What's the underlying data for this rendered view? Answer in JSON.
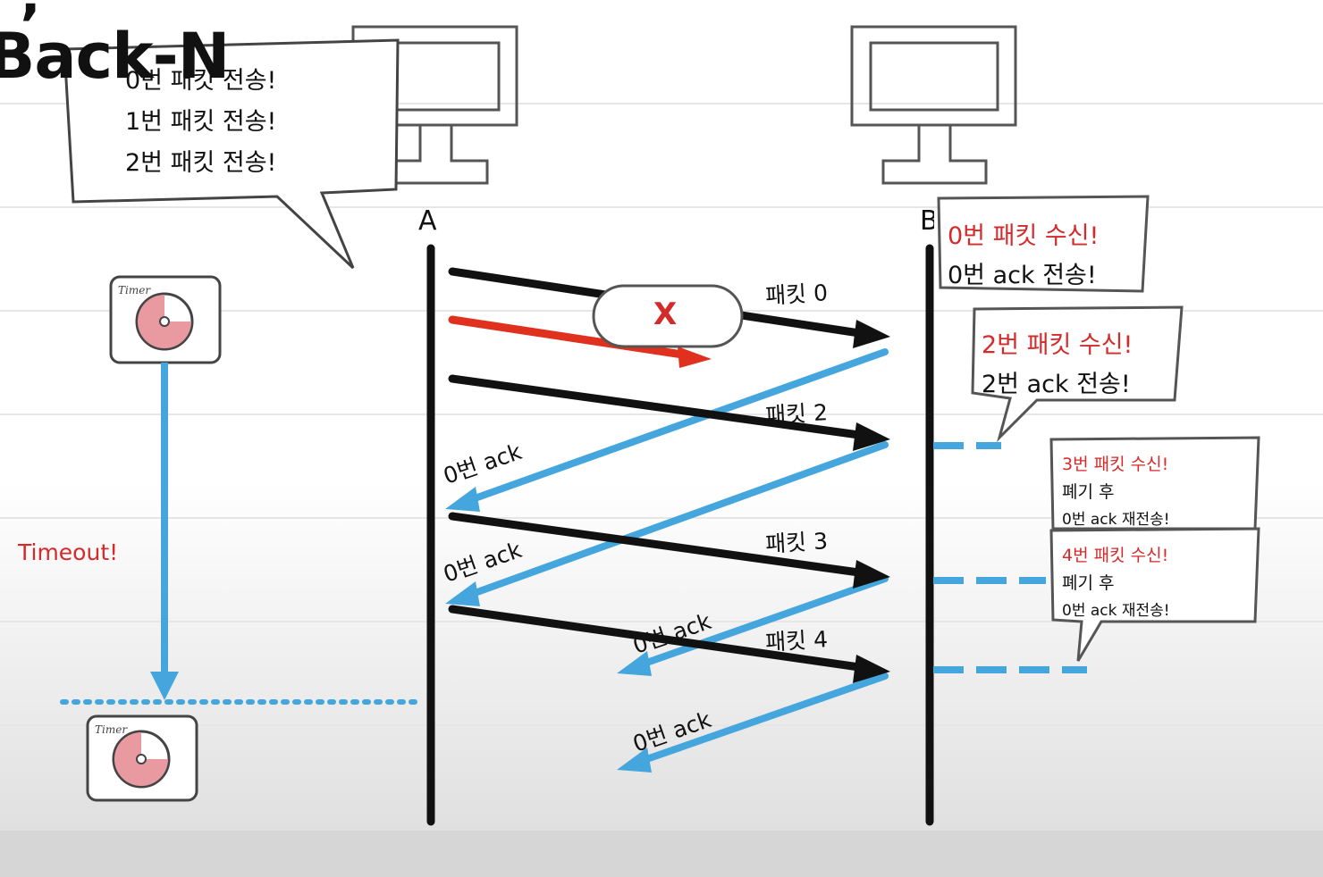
{
  "title": "Back-N",
  "title_fragment": "·,·",
  "sender_bubble": [
    "0번 패킷 전송!",
    "1번 패킷 전송!",
    "2번 패킷 전송!"
  ],
  "node_a": "A",
  "node_b": "B",
  "packets": [
    {
      "label": "패킷 0",
      "lost": false
    },
    {
      "label": "",
      "lost": true
    },
    {
      "label": "패킷 2",
      "lost": false
    },
    {
      "label": "패킷 3",
      "lost": false
    },
    {
      "label": "패킷 4",
      "lost": false
    }
  ],
  "loss_mark": "X",
  "acks": [
    "0번 ack",
    "0번 ack",
    "0번 ack",
    "0번 ack"
  ],
  "receiver_bubbles": [
    {
      "headline": "0번 패킷 수신!",
      "lines": [
        "0번 ack 전송!"
      ]
    },
    {
      "headline": "2번 패킷 수신!",
      "lines": [
        "2번 ack 전송!"
      ]
    },
    {
      "headline": "3번 패킷 수신!",
      "lines": [
        "폐기 후",
        "0번 ack 재전송!"
      ]
    },
    {
      "headline": "4번 패킷 수신!",
      "lines": [
        "폐기 후",
        "0번 ack 재전송!"
      ]
    }
  ],
  "timer_label": "Timer",
  "timeout_label": "Timeout!",
  "colors": {
    "packet": "#111111",
    "lost_packet": "#e0301e",
    "ack": "#45a6de",
    "alert": "#d42a2a"
  }
}
